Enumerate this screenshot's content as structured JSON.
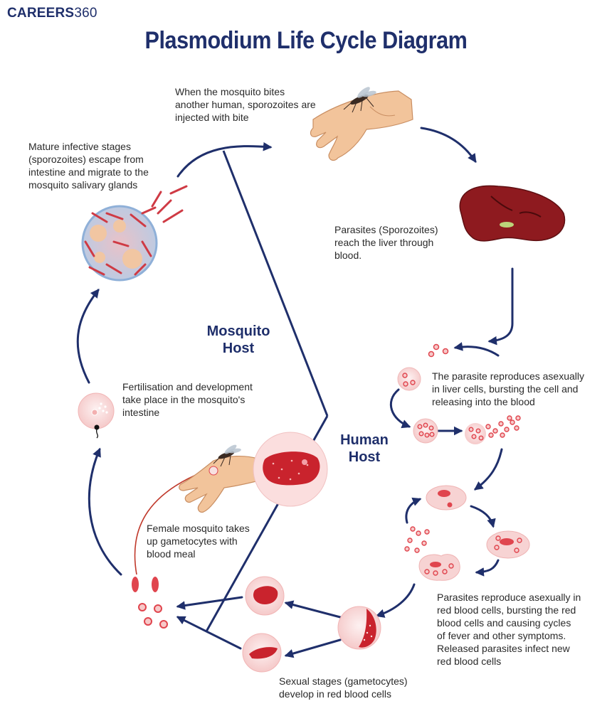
{
  "brand": {
    "logo_text": "CAREERS",
    "logo_number": "360"
  },
  "title": "Plasmodium Life Cycle Diagram",
  "hosts": {
    "mosquito_line1": "Mosquito",
    "mosquito_line2": "Host",
    "human_line1": "Human",
    "human_line2": "Host"
  },
  "steps": {
    "bite": [
      "When the mosquito bites",
      "another human, sporozoites are",
      "injected with bite"
    ],
    "liver": [
      "Parasites (Sporozoites)",
      "reach the liver through",
      "blood."
    ],
    "liver_cells": [
      "The parasite reproduces asexually",
      "in liver cells, bursting the cell and",
      "releasing into the blood"
    ],
    "rbc": [
      "Parasites reproduce asexually in",
      "red blood cells, bursting the red",
      "blood cells and causing cycles",
      "of fever and other symptoms.",
      "Released parasites infect new",
      "red blood cells"
    ],
    "gametocytes": [
      "Sexual stages (gametocytes)",
      "develop in red blood cells"
    ],
    "female_mosquito": [
      "Female mosquito takes",
      "up gametocytes with",
      "blood meal"
    ],
    "fertilisation": [
      "Fertilisation and development",
      "take place in the mosquito's",
      "intestine"
    ],
    "sporozoites_escape": [
      "Mature infective stages",
      "(sporozoites) escape from",
      "intestine and migrate to the",
      "mosquito salivary glands"
    ]
  },
  "colors": {
    "arrow": "#1f2f6b",
    "title": "#1f2f6b",
    "cell_fill": "#f9d9d9",
    "parasite": "#e0454e",
    "liver": "#8e1a1f",
    "skin": "#f2c49b"
  },
  "icons": [
    "mosquito-icon",
    "hand-icon",
    "liver-icon",
    "cyst-icon",
    "blood-cell-icon",
    "zygote-icon"
  ]
}
